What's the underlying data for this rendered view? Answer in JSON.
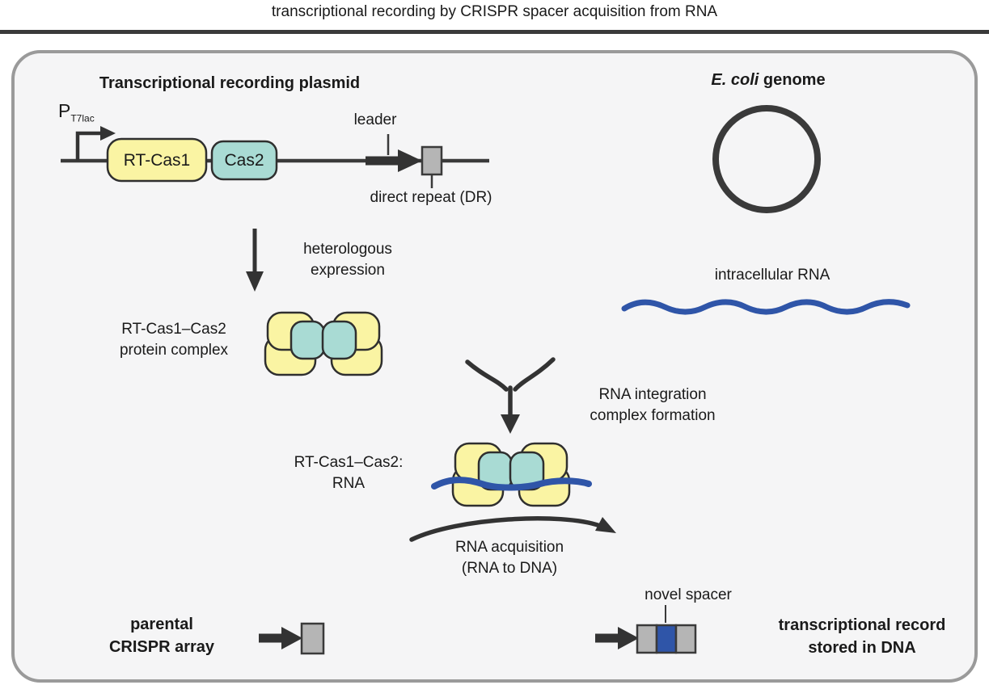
{
  "title": "transcriptional recording by CRISPR spacer acquisition from RNA",
  "colors": {
    "yellow": "#FAF4A3",
    "teal": "#A9DBD4",
    "blue": "#2F55A8",
    "box_gray": "#B5B5B5",
    "outline": "#2F2F2F",
    "line_dark": "#3A3A3A",
    "arrow_dark": "#333333",
    "panel_fill": "#F5F5F6",
    "panel_border": "#9A9A9A"
  },
  "plasmid": {
    "heading": "Transcriptional recording plasmid",
    "promoter": {
      "main": "P",
      "sub": "T7lac"
    },
    "gene1": "RT-Cas1",
    "gene2": "Cas2",
    "leader": "leader",
    "direct_repeat": "direct repeat (DR)"
  },
  "genome": {
    "title_species": "E. coli",
    "title_rest": "genome",
    "rna_label": "intracellular RNA"
  },
  "steps": {
    "expression": [
      "heterologous",
      "expression"
    ],
    "integration": [
      "RNA integration",
      "complex formation"
    ],
    "acquisition": [
      "RNA acquisition",
      "(RNA to DNA)"
    ]
  },
  "complexes": {
    "free": [
      "RT-Cas1–Cas2",
      "protein complex"
    ],
    "rna_bound": [
      "RT-Cas1–Cas2:",
      "RNA"
    ]
  },
  "array": {
    "parental": [
      "parental",
      "CRISPR array"
    ],
    "novel_spacer": "novel spacer",
    "record": [
      "transcriptional record",
      "stored in DNA"
    ]
  }
}
